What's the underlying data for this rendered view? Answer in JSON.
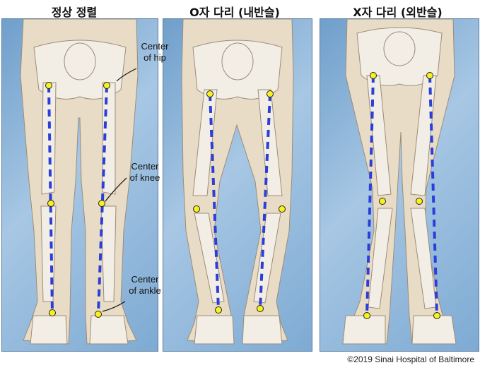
{
  "titles": {
    "normal": "정상 정렬",
    "bow": "O자 다리 (내반슬)",
    "knock": "X자 다리 (외반슬)"
  },
  "callouts": {
    "hip": [
      "Center",
      "of hip"
    ],
    "knee": [
      "Center",
      "of knee"
    ],
    "ankle": [
      "Center",
      "of ankle"
    ]
  },
  "copyright": "©2019 Sinai Hospital of Baltimore",
  "colors": {
    "background_blue": "#8fb6dc",
    "skin": "#e9dcc6",
    "bone": "#f2eee6",
    "axis_line": "#2b3fd8",
    "marker": "#f7f21b"
  }
}
